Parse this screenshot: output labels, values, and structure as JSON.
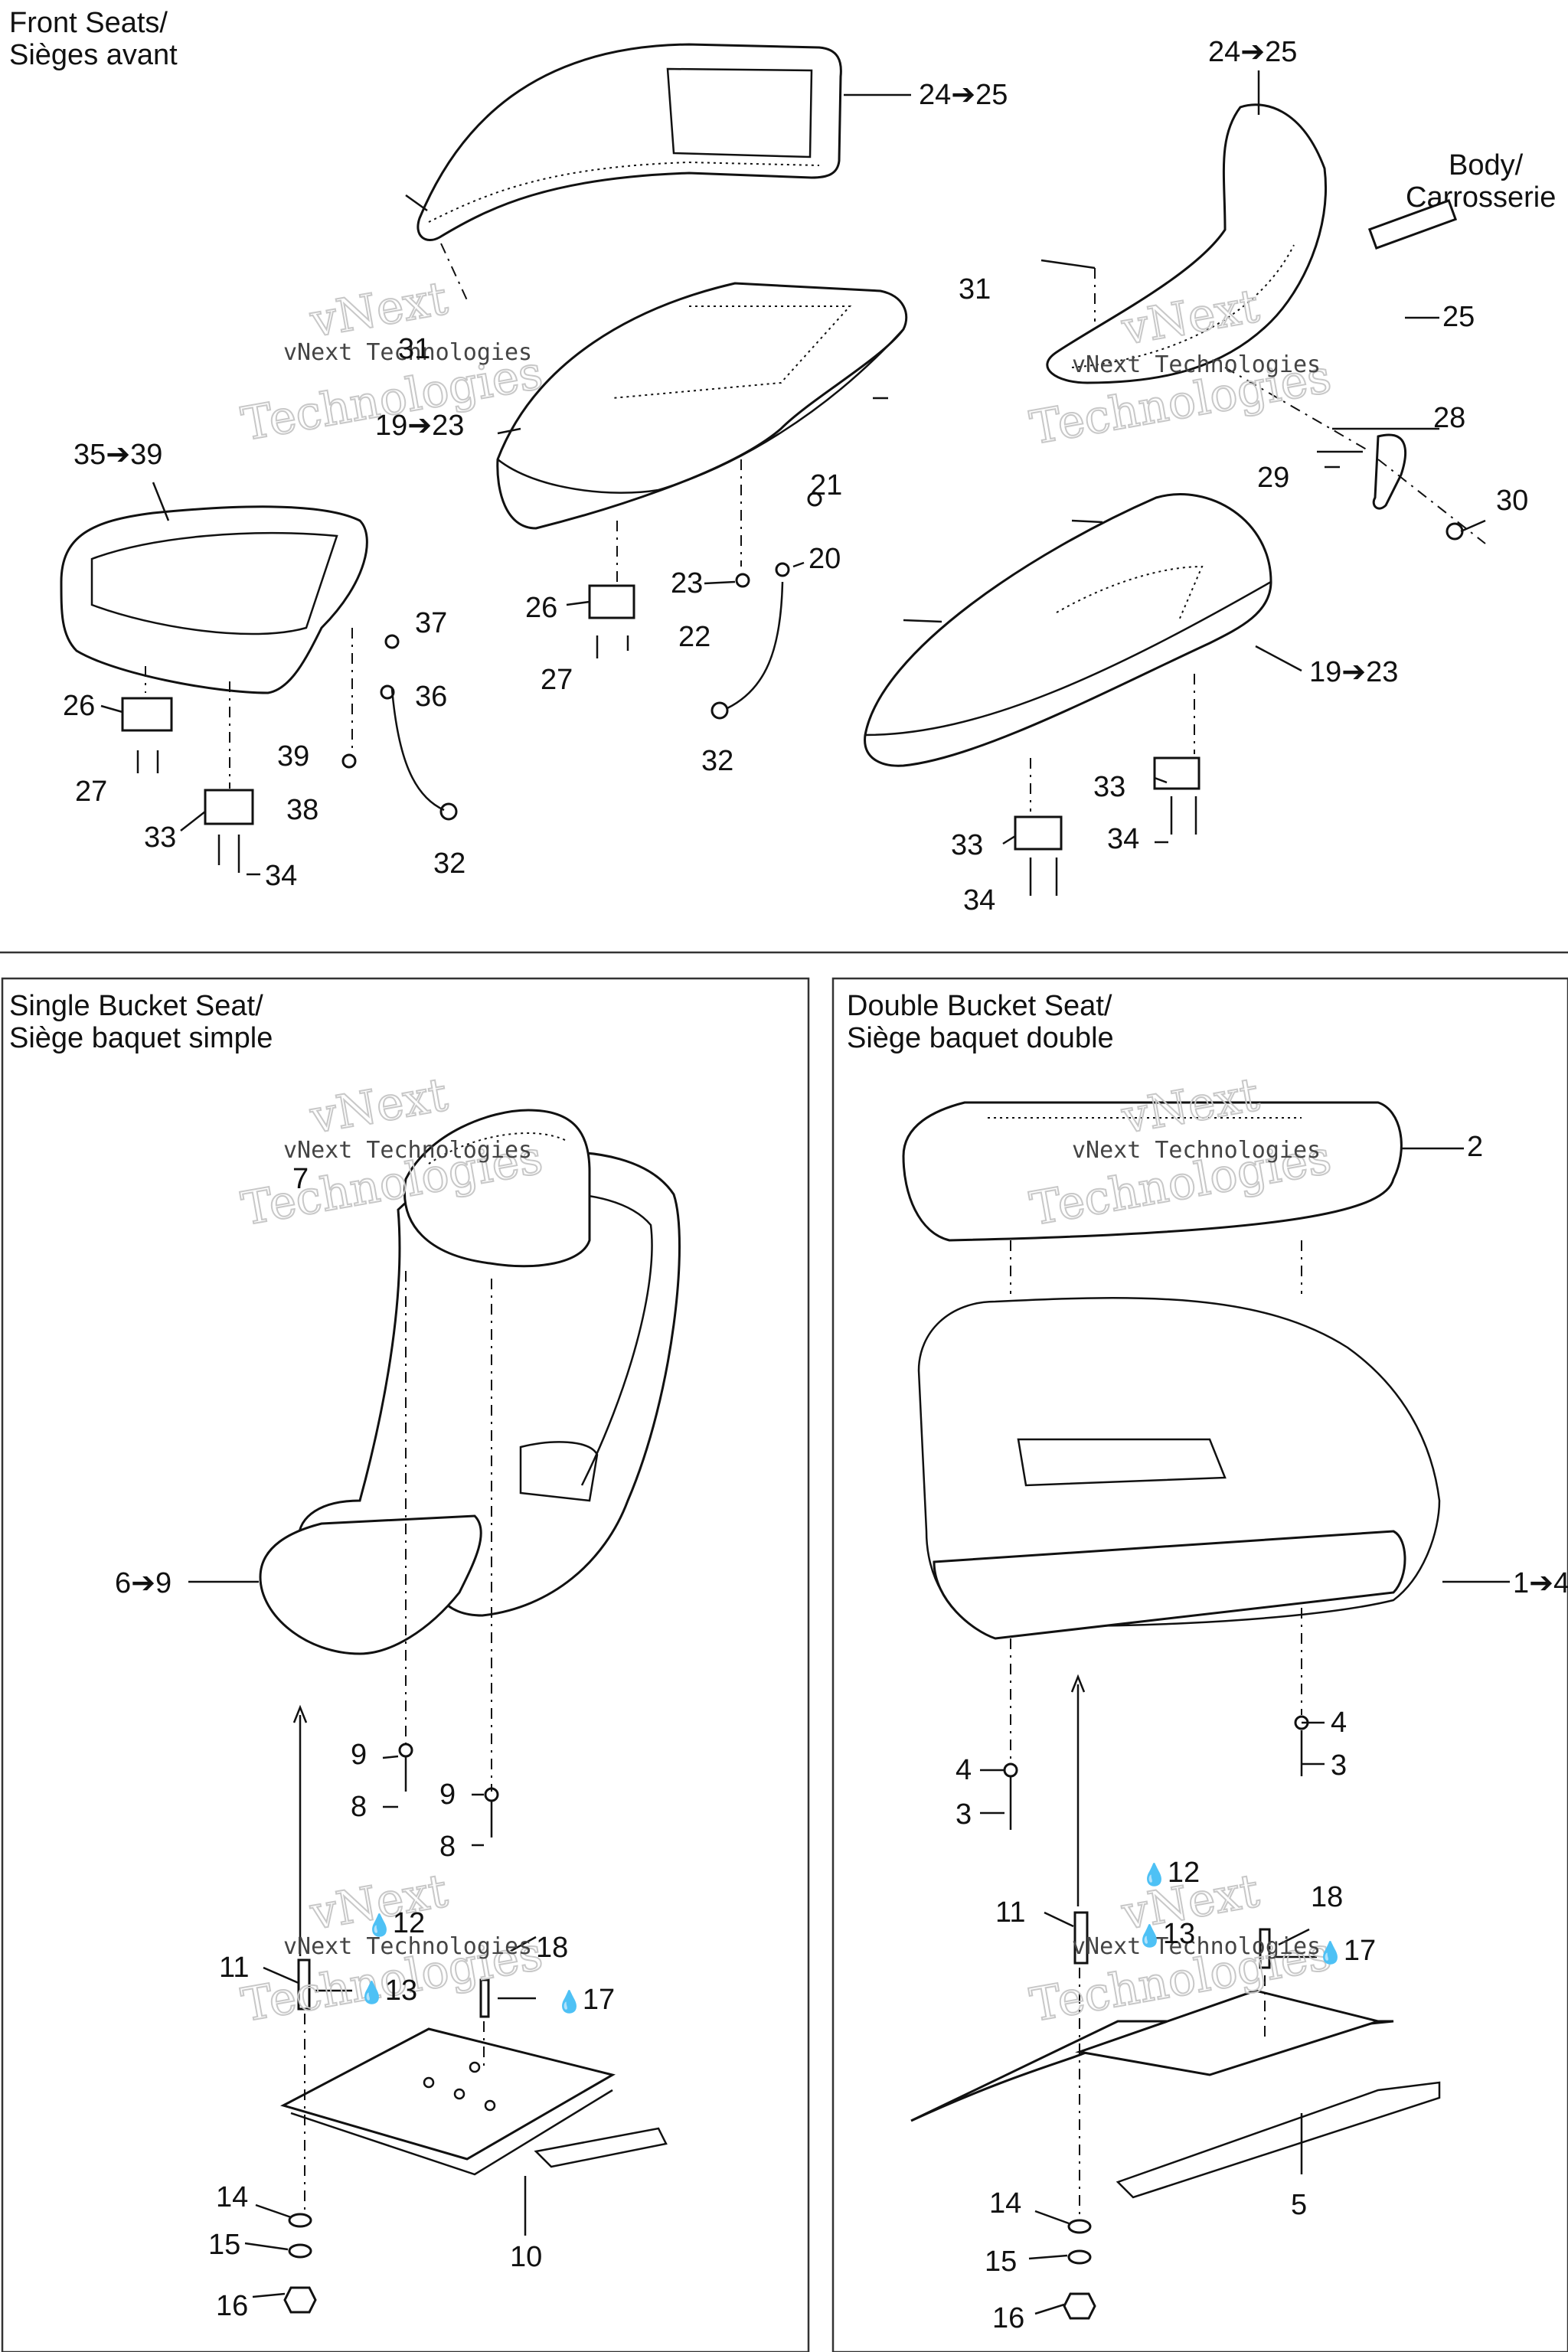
{
  "sections": {
    "front": {
      "title_line1": "Front Seats/",
      "title_line2": "Sièges avant"
    },
    "body": {
      "title_line1": "Body/",
      "title_line2": "Carrosserie"
    },
    "single": {
      "title_line1": "Single Bucket Seat/",
      "title_line2": "Siège baquet simple"
    },
    "double": {
      "title_line1": "Double Bucket Seat/",
      "title_line2": "Siège baquet double"
    }
  },
  "watermark": {
    "line1": "vNext",
    "line2": "Technologies",
    "small": "vNext Technologies"
  },
  "glyphs": {
    "arrow": "➔",
    "drop": "💧"
  },
  "callouts": {
    "front": {
      "c24_25_a": "24➔25",
      "c24_25_b": "24➔25",
      "c25": "25",
      "c28": "28",
      "c29": "29",
      "c30": "30",
      "c31_a": "31",
      "c31_b": "31",
      "c19_23_a": "19➔23",
      "c19_23_b": "19➔23",
      "c35_39": "35➔39",
      "c21": "21",
      "c20": "20",
      "c23": "23",
      "c22": "22",
      "c26_a": "26",
      "c26_b": "26",
      "c27_a": "27",
      "c27_b": "27",
      "c37": "37",
      "c36": "36",
      "c39": "39",
      "c38": "38",
      "c32_a": "32",
      "c32_b": "32",
      "c33_a": "33",
      "c33_b": "33",
      "c33_c": "33",
      "c34_a": "34",
      "c34_b": "34",
      "c34_c": "34"
    },
    "single": {
      "c7": "7",
      "c6_9": "6➔9",
      "c9_a": "9",
      "c9_b": "9",
      "c8_a": "8",
      "c8_b": "8",
      "c12": "12",
      "c11": "11",
      "c13": "13",
      "c18": "18",
      "c17": "17",
      "c10": "10",
      "c14": "14",
      "c15": "15",
      "c16": "16"
    },
    "double": {
      "c2": "2",
      "c1_4": "1➔4",
      "c4_a": "4",
      "c3_a": "3",
      "c4_b": "4",
      "c3_b": "3",
      "c12": "12",
      "c11": "11",
      "c13": "13",
      "c18": "18",
      "c17": "17",
      "c5": "5",
      "c14": "14",
      "c15": "15",
      "c16": "16"
    }
  }
}
